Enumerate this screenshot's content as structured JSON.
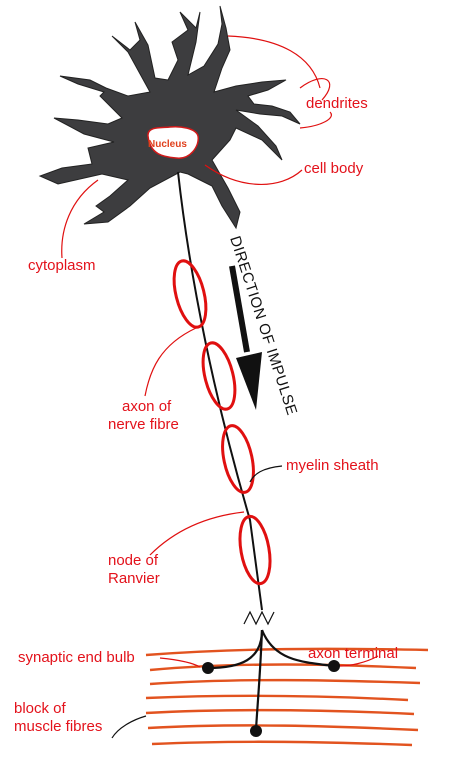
{
  "labels": {
    "dendrites": "dendrites",
    "cell_body": "cell body",
    "nucleus": "Nucleus",
    "cytoplasm": "cytoplasm",
    "direction": "DIRECTION OF IMPULSE",
    "axon_line1": "axon of",
    "axon_line2": "nerve fibre",
    "myelin": "myelin sheath",
    "node_line1": "node of",
    "node_line2": "Ranvier",
    "synaptic": "synaptic end bulb",
    "terminal": "axon terminal",
    "block_line1": "block of",
    "block_line2": "muscle fibres"
  },
  "colors": {
    "label": "#e3121b",
    "cell": "#3d3d3f",
    "muscle": "#e2531f",
    "line": "#111111"
  }
}
